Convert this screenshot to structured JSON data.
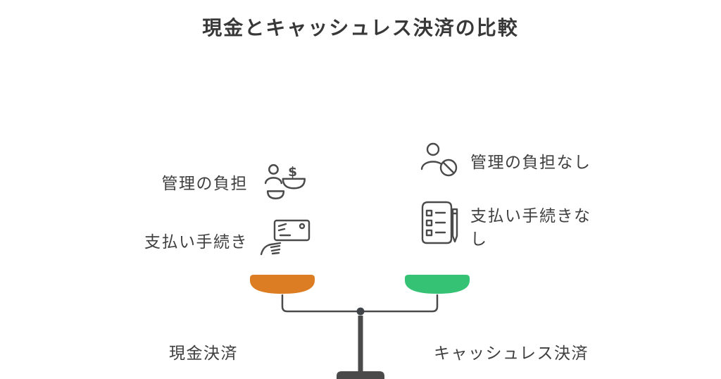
{
  "title": "現金とキャッシュレス決済の比較",
  "left": {
    "label": "現金決済",
    "pan_color": "#dd7d23",
    "items": [
      {
        "label": "管理の負担",
        "icon": "person-money-icon"
      },
      {
        "label": "支払い手続き",
        "icon": "hand-banknote-icon"
      }
    ]
  },
  "right": {
    "label": "キャッシュレス決済",
    "pan_color": "#36c275",
    "items": [
      {
        "label": "管理の負担なし",
        "icon": "person-prohibition-icon"
      },
      {
        "label": "支払い手続きなし",
        "icon": "receipt-pen-icon"
      }
    ]
  },
  "icons": {
    "dollar_glyph": "$"
  },
  "colors": {
    "background": "#ffffff",
    "text": "#3f3f3f",
    "line": "#4a4a4a"
  }
}
